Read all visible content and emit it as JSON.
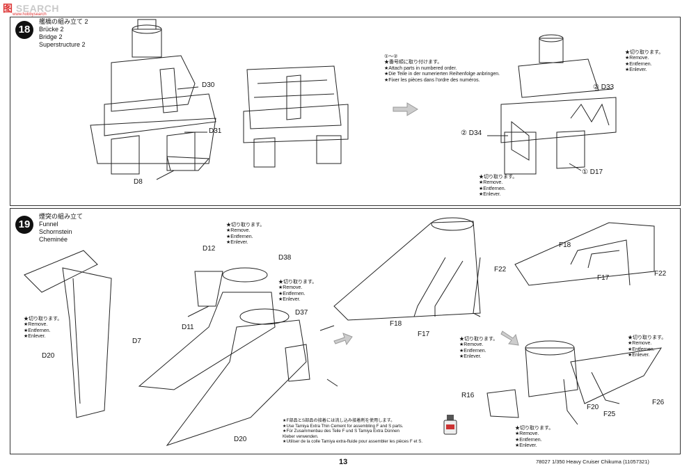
{
  "watermark": {
    "prefix": "图",
    "suffix": "SEARCH",
    "sub": "www.hobbysearch"
  },
  "step18": {
    "number": "18",
    "titles": [
      "艦橋の組み立て 2",
      "Brücke 2",
      "Bridge 2",
      "Superstructure 2"
    ],
    "labels": {
      "d30": "D30",
      "d31": "D31",
      "d8": "D8",
      "d33": "② D33",
      "d34": "② D34",
      "d17": "① D17"
    },
    "instruction": [
      "①～②",
      "★番号順に取り付けます。",
      "★Attach parts in numbered order.",
      "★Die Teile in der numerierten Reihenfolge anbringen.",
      "★Fixer les pièces dans l'ordre des numéros."
    ],
    "remove_note_a": [
      "★切り取ります。",
      "★Remove.",
      "★Entfernen.",
      "★Enlever."
    ],
    "remove_note_b": [
      "★切り取ります。",
      "★Remove.",
      "★Entfernen.",
      "★Enlever."
    ]
  },
  "step19": {
    "number": "19",
    "titles": [
      "煙突の組み立て",
      "Funnel",
      "Schornstein",
      "Cheminée"
    ],
    "labels": {
      "d20a": "D20",
      "d12": "D12",
      "d38": "D38",
      "d37": "D37",
      "d11": "D11",
      "d7": "D7",
      "d20b": "D20",
      "f22a": "F22",
      "f18a": "F18",
      "f17a": "F17",
      "f18b": "F18",
      "f17b": "F17",
      "f22b": "F22",
      "r16": "R16",
      "f20": "F20",
      "f25": "F25",
      "f26": "F26"
    },
    "remove_note_left": [
      "★切り取ります。",
      "★Remove.",
      "★Entfernen.",
      "★Enlever."
    ],
    "remove_note_d12": [
      "★切り取ります。",
      "★Remove.",
      "★Entfernen.",
      "★Enlever."
    ],
    "remove_note_d37": [
      "★切り取ります。",
      "★Remove.",
      "★Entfernen.",
      "★Enlever."
    ],
    "remove_note_f17": [
      "★切り取ります。",
      "★Remove.",
      "★Entfernen.",
      "★Enlever."
    ],
    "remove_note_right": [
      "★切り取ります。",
      "★Remove.",
      "★Entfernen.",
      "★Enlever."
    ],
    "remove_note_bottom": [
      "★切り取ります。",
      "★Remove.",
      "★Entfernen.",
      "★Enlever."
    ],
    "cement_note": [
      "★F部品とS部品の接着には流し込み接着剤を使用します。",
      "★Use Tamiya Extra Thin Cement for assembling F and S parts.",
      "★Für Zusammenbau des Teile F und S Tamiya Extra Dünnen",
      "Kleber verwenden.",
      "★Utiliser de la colle Tamiya extra-fluide pour assembler les pièces F et S."
    ]
  },
  "footer": {
    "page": "13",
    "product": "78027 1/350 Heavy Cruiser Chikuma (11057321)"
  }
}
